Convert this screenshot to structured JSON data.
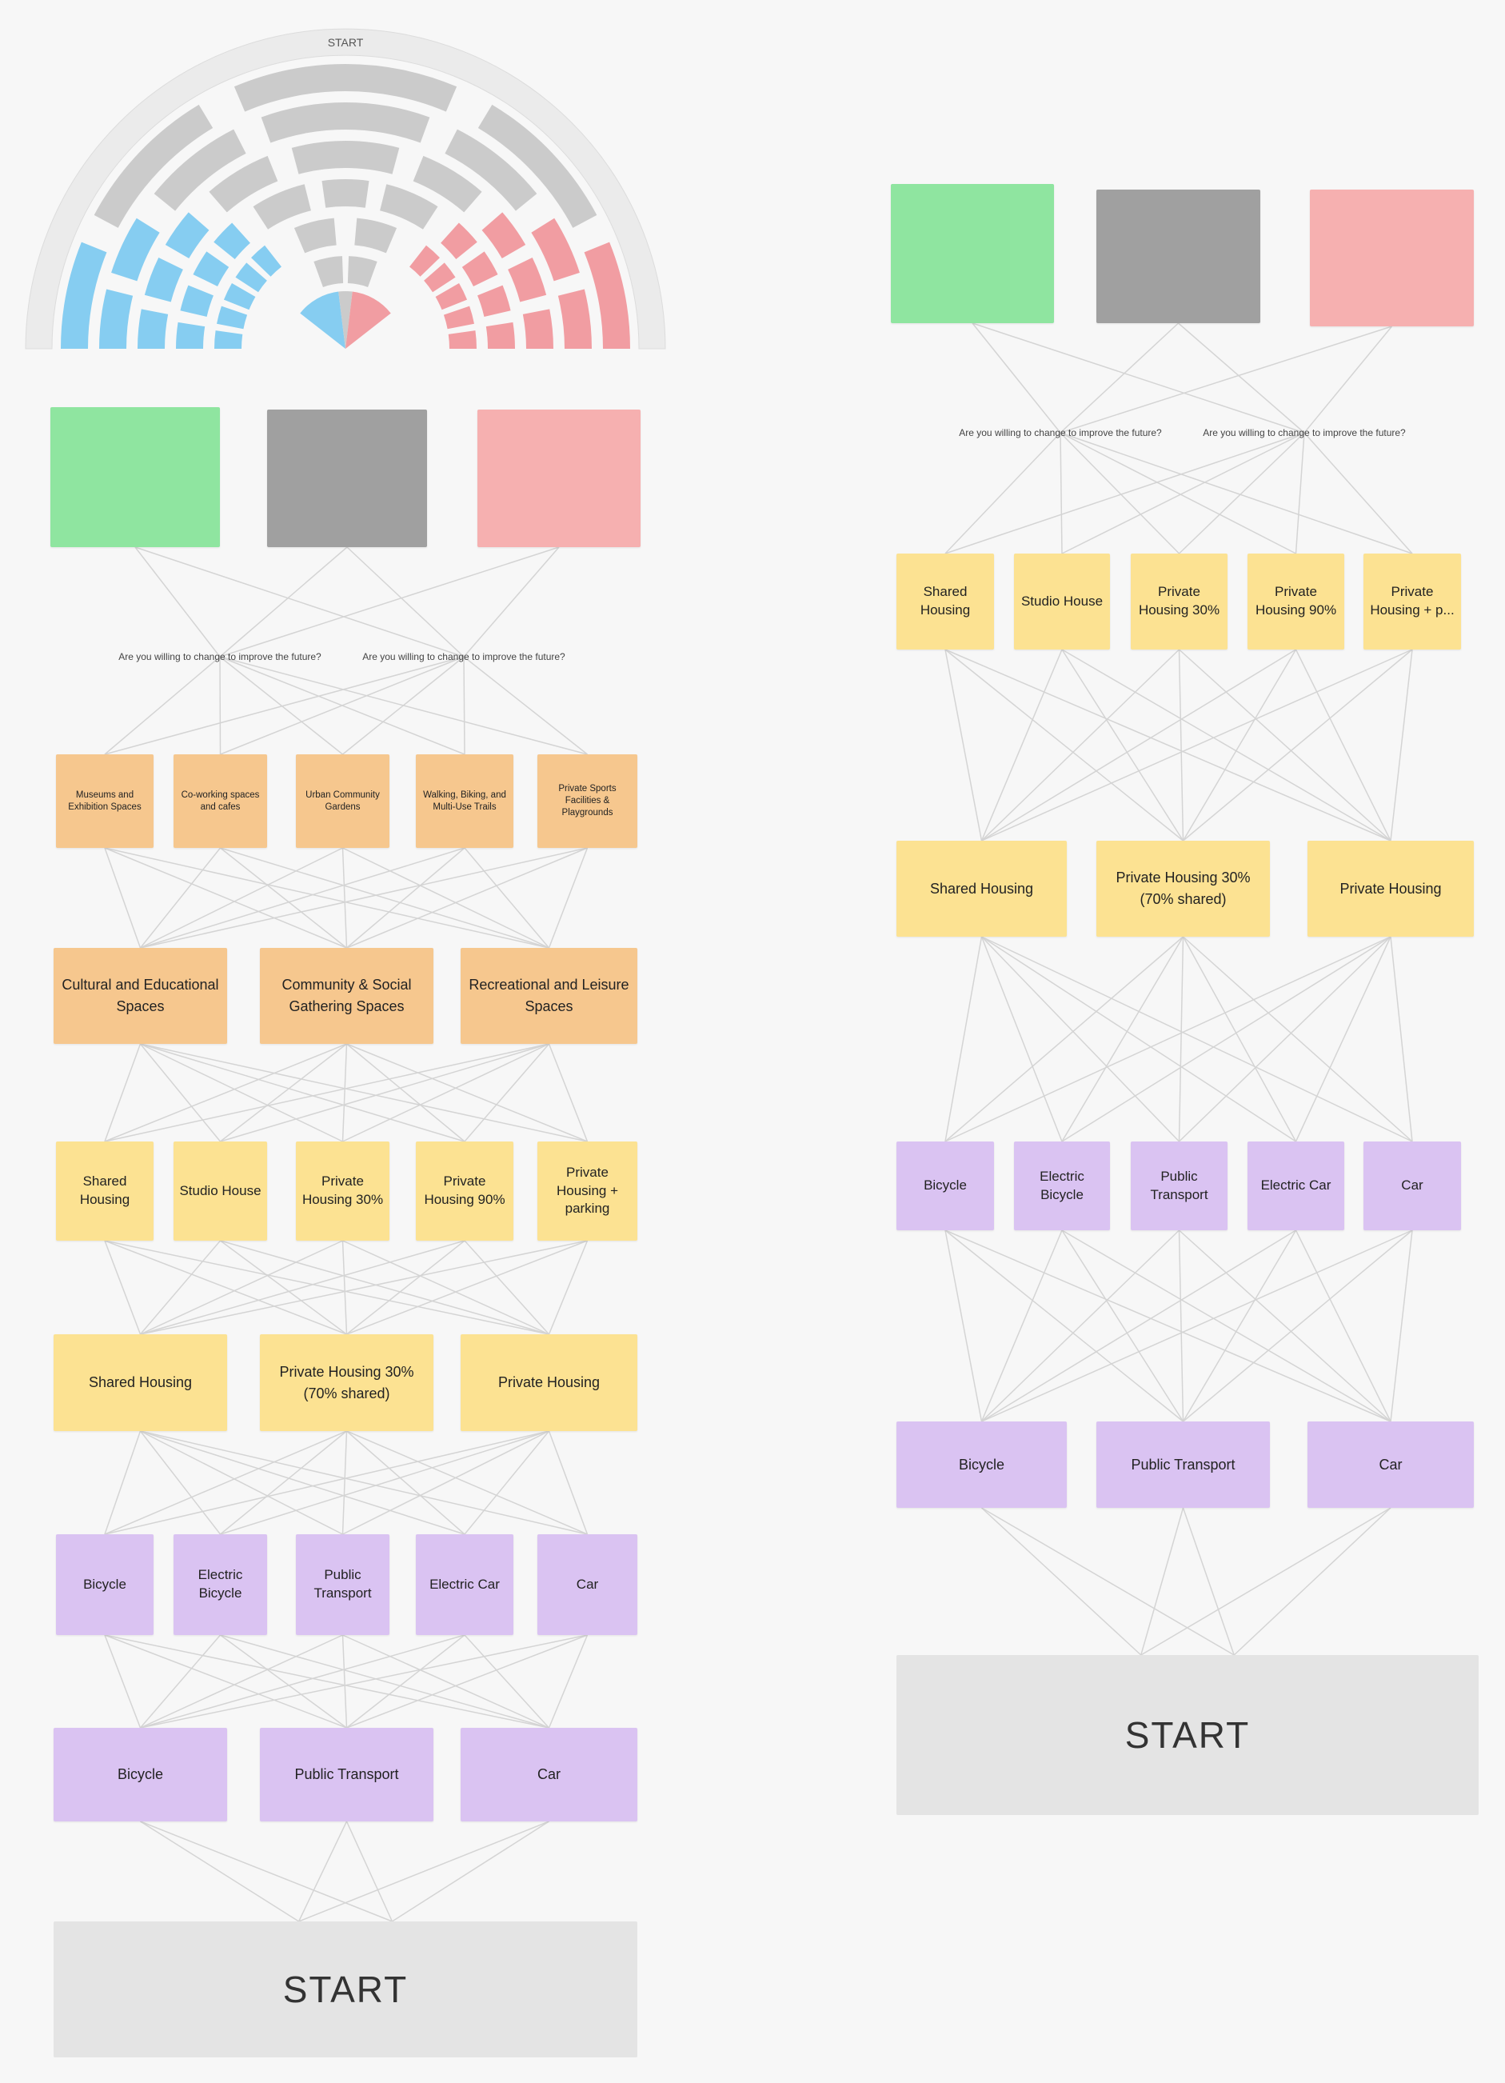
{
  "palette": {
    "background": "#f7f7f7",
    "edge": "#d4d4d4",
    "square_green": "#8fe5a0",
    "square_gray": "#a0a0a0",
    "square_pink": "#f6b0b0",
    "amenity_orange": "#f6c78e",
    "housing_yellow": "#fce292",
    "transport_purple": "#dac3f2",
    "start_gray": "#e4e4e4",
    "sunburst_blue": "#86cdf1",
    "sunburst_red": "#f19da2",
    "sunburst_gray": "#cbcbcb",
    "sunburst_band": "#ebebeb"
  },
  "board": {
    "sunburst": {
      "start_label": "START"
    },
    "left": {
      "questions": [
        "Are you willing to change to improve the future?",
        "Are you willing to change to improve the future?"
      ],
      "amenity_options": [
        "Museums and Exhibition Spaces",
        "Co-working spaces and cafes",
        "Urban Community Gardens",
        "Walking, Biking, and Multi-Use Trails",
        "Private Sports Facilities & Playgrounds"
      ],
      "amenity_groups": [
        "Cultural and Educational Spaces",
        "Community & Social Gathering Spaces",
        "Recreational and Leisure Spaces"
      ],
      "housing_options": [
        "Shared Housing",
        "Studio House",
        "Private Housing 30%",
        "Private Housing 90%",
        "Private Housing + parking"
      ],
      "housing_groups": [
        "Shared Housing",
        "Private Housing 30% (70% shared)",
        "Private Housing"
      ],
      "transport_options": [
        "Bicycle",
        "Electric Bicycle",
        "Public Transport",
        "Electric Car",
        "Car"
      ],
      "transport_groups": [
        "Bicycle",
        "Public Transport",
        "Car"
      ],
      "start_label": "START"
    },
    "right": {
      "questions": [
        "Are you willing to change to improve the future?",
        "Are you willing to change to improve the future?"
      ],
      "housing_options": [
        "Shared Housing",
        "Studio House",
        "Private Housing 30%",
        "Private Housing 90%",
        "Private Housing + p..."
      ],
      "housing_groups": [
        "Shared Housing",
        "Private Housing 30% (70% shared)",
        "Private Housing"
      ],
      "transport_options": [
        "Bicycle",
        "Electric Bicycle",
        "Public Transport",
        "Electric Car",
        "Car"
      ],
      "transport_groups": [
        "Bicycle",
        "Public Transport",
        "Car"
      ],
      "start_label": "START"
    }
  }
}
